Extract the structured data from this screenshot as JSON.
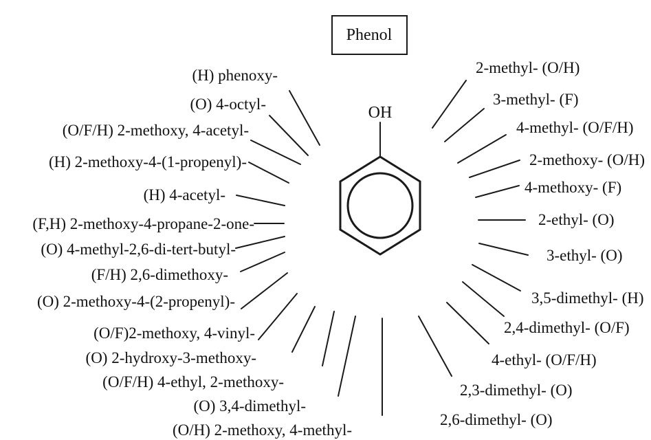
{
  "title": "Phenol",
  "oh_label": "OH",
  "left_labels": [
    "(H) phenoxy-",
    "(O) 4-octyl-",
    "(O/F/H) 2-methoxy, 4-acetyl-",
    "(H) 2-methoxy-4-(1-propenyl)-",
    "(H) 4-acetyl-",
    "(F,H) 2-methoxy-4-propane-2-one-",
    "(O) 4-methyl-2,6-di-tert-butyl-",
    "(F/H) 2,6-dimethoxy-",
    "(O) 2-methoxy-4-(2-propenyl)-",
    "(O/F)2-methoxy, 4-vinyl-",
    "(O) 2-hydroxy-3-methoxy-",
    "(O/F/H) 4-ethyl, 2-methoxy-",
    "(O) 3,4-dimethyl-",
    "(O/H) 2-methoxy, 4-methyl-"
  ],
  "right_labels": [
    "2-methyl- (O/H)",
    "3-methyl- (F)",
    "4-methyl- (O/F/H)",
    "2-methoxy- (O/H)",
    "4-methoxy- (F)",
    "2-ethyl- (O)",
    "3-ethyl- (O)",
    "3,5-dimethyl- (H)",
    "2,4-dimethyl- (O/F)",
    "4-ethyl- (O/F/H)",
    "2,3-dimethyl- (O)",
    "2,6-dimethyl- (O)"
  ]
}
